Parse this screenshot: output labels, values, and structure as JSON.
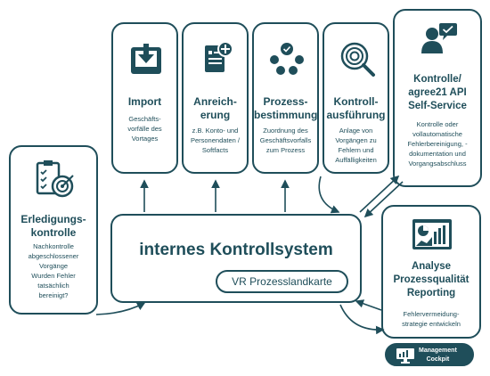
{
  "process_steps": [
    {
      "title": "Import",
      "desc": "Geschäfts-\nvorfälle des\nVortages",
      "icon": "download-tray-icon"
    },
    {
      "title": "Anreich-\nerung",
      "desc": "z.B. Konto- und\nPersonendaten /\nSoftfacts",
      "icon": "document-plus-icon"
    },
    {
      "title": "Prozess-\nbestimmung",
      "desc": "Zuordnung des\nGeschäftsvorfalls\nzum Prozess",
      "icon": "process-nodes-icon"
    },
    {
      "title": "Kontroll-\nausführung",
      "desc": "Anlage von\nVorgängen zu\nFehlern und\nAuffälligkeiten",
      "icon": "magnifier-target-icon"
    }
  ],
  "self_service": {
    "title": "Kontrolle/\nagree21 API\nSelf-Service",
    "desc": "Kontrolle oder\nvollautomatische\nFehlerbereinigung, -\ndokumentation und\nVorgangsabschluss",
    "icon": "person-chat-icon"
  },
  "follow_up": {
    "title": "Erledigungs-\nkontrolle",
    "desc": "Nachkontrolle\nabgeschlossener\nVorgänge\nWurden Fehler\ntatsächlich\nbereinigt?",
    "icon": "checklist-target-icon"
  },
  "central": {
    "title": "internes Kontrollsystem",
    "subtitle": "VR Prozesslandkarte"
  },
  "analysis": {
    "title": "Analyse\nProzessqualität\nReporting",
    "desc": "Fehlervermeidung-\nstrategie entwickeln",
    "icon": "chart-window-icon"
  },
  "cockpit": {
    "label": "Management\nCockpit",
    "icon": "dashboard-monitor-icon"
  },
  "colors": {
    "primary": "#1f4e5a",
    "background": "#ffffff"
  }
}
